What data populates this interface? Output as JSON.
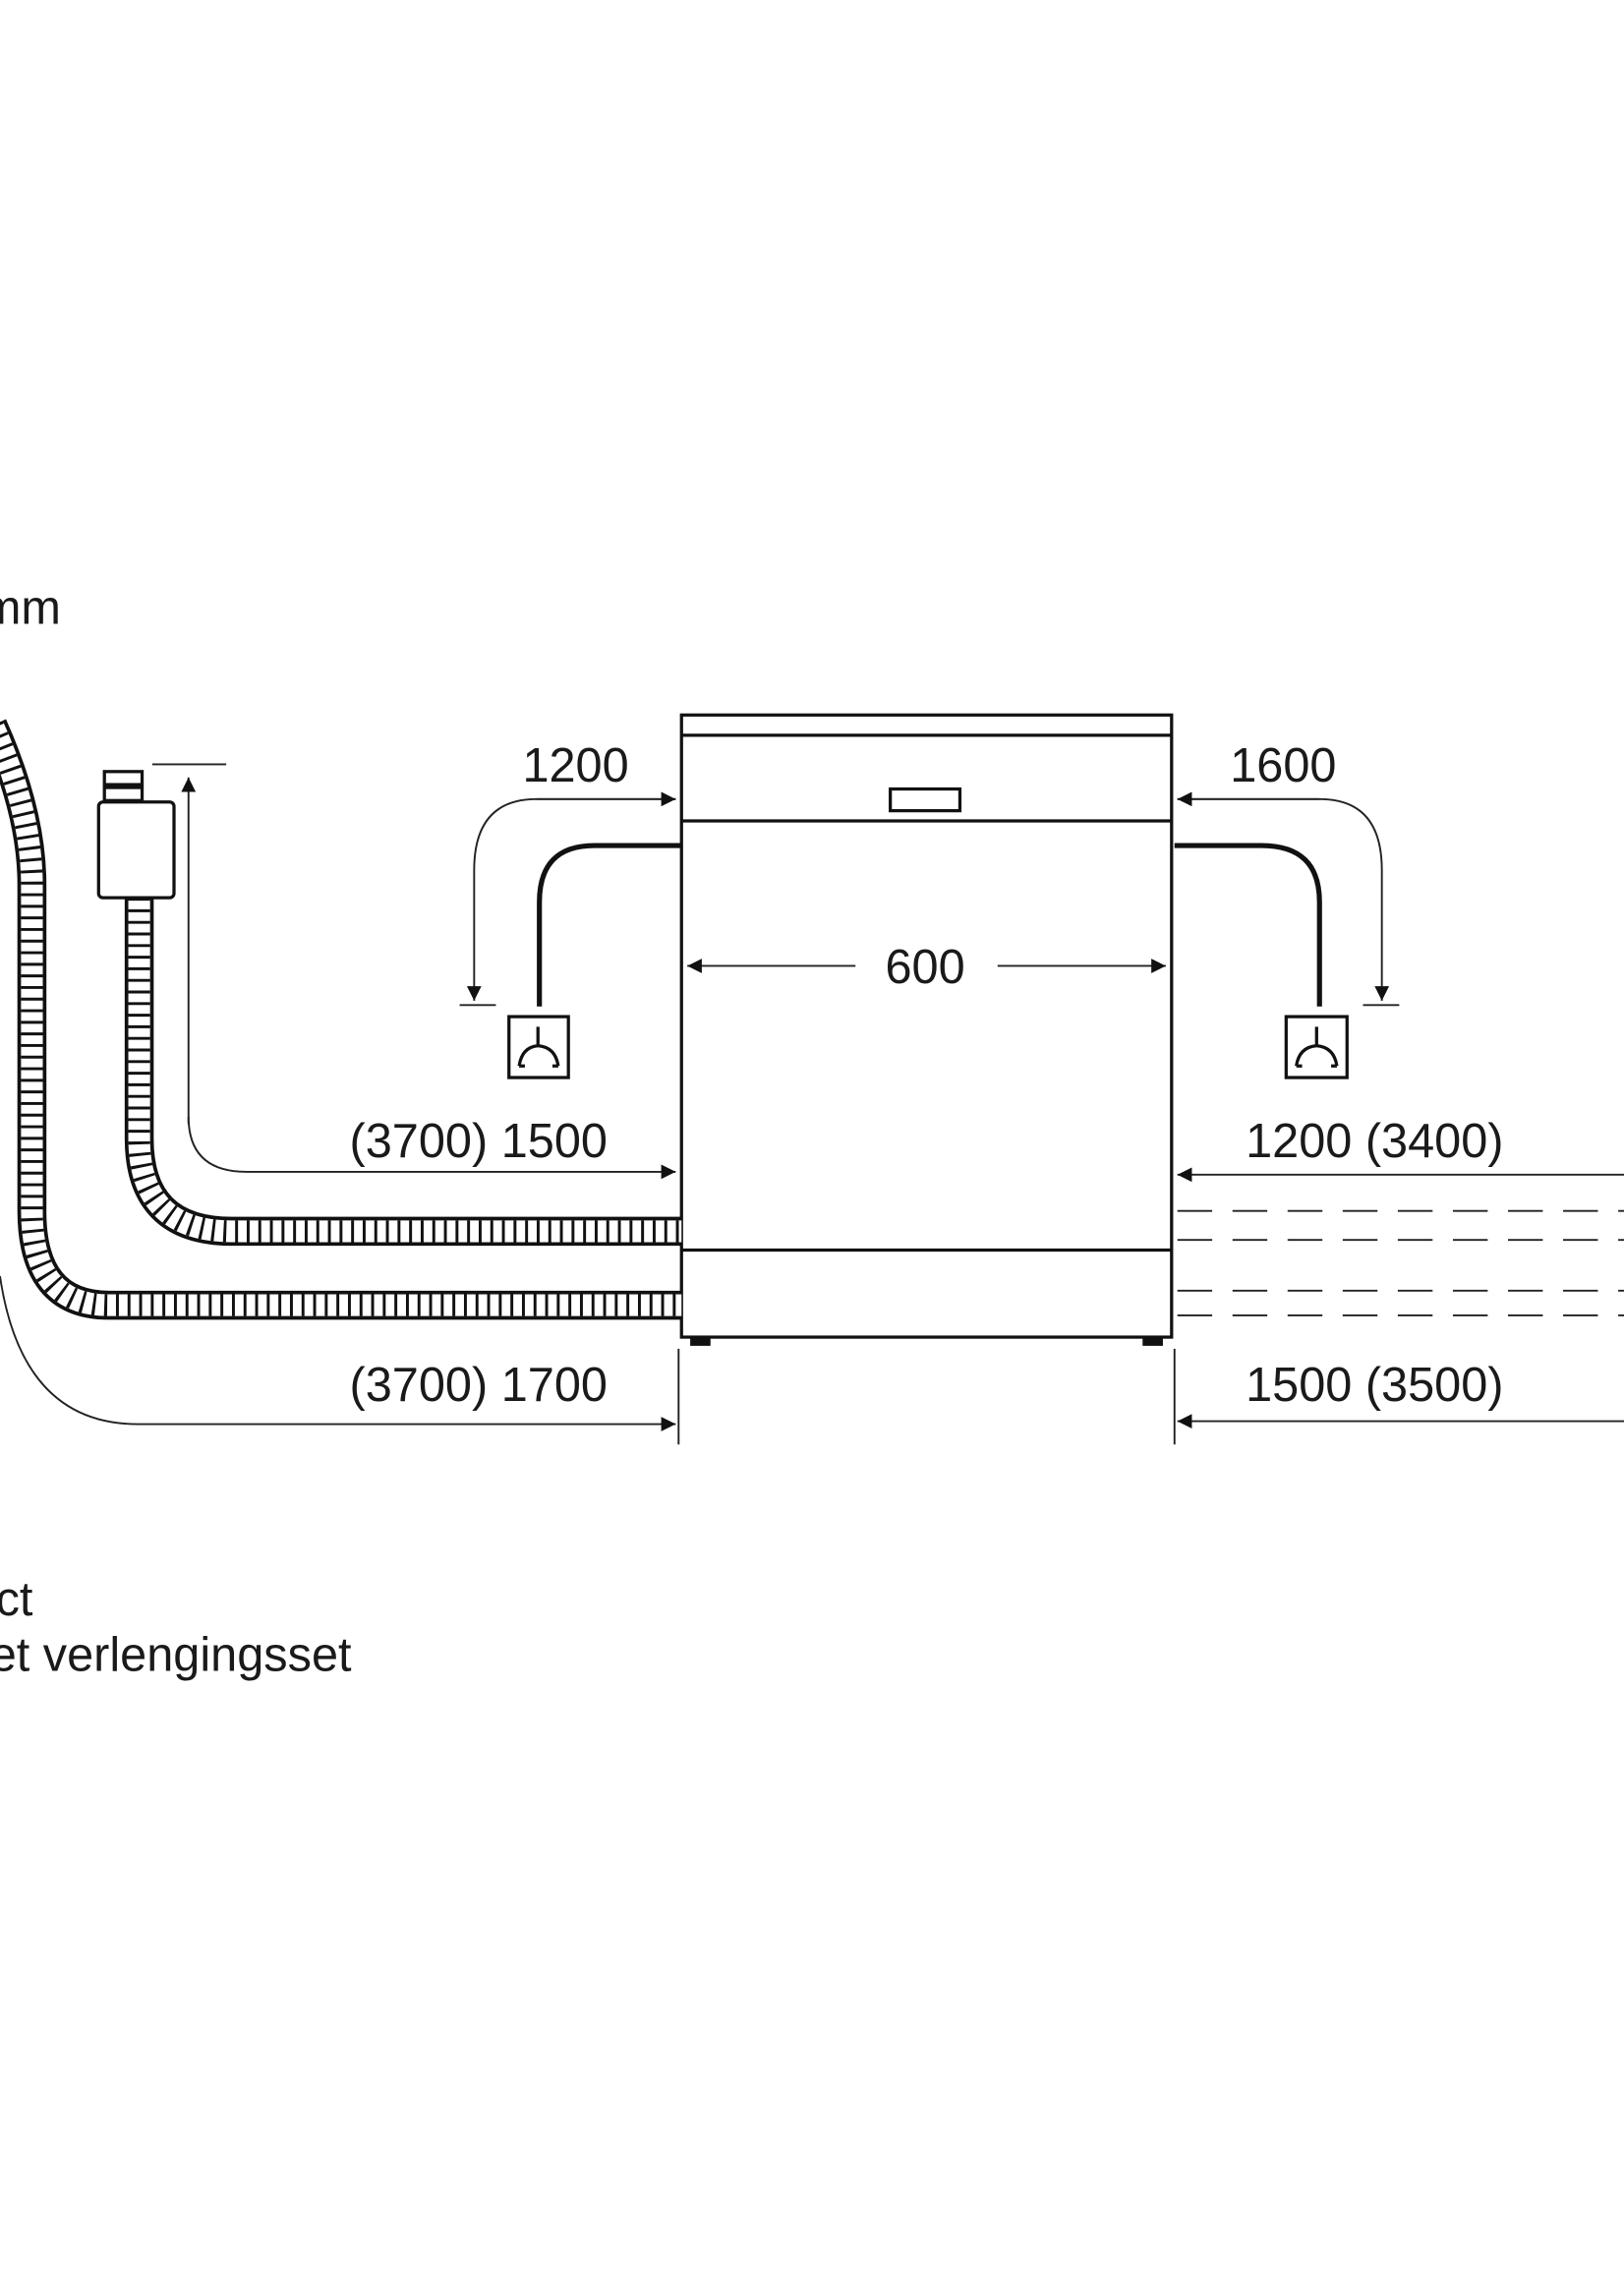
{
  "unit_label": "mm",
  "appliance": {
    "width_label": "600"
  },
  "dimensions": {
    "drain_left": "1200",
    "drain_right": "1600",
    "inlet_left": "(3700) 1500",
    "inlet_right": "1200 (3400)",
    "power_left": "(3700) 1700",
    "power_right": "1500 (3500)"
  },
  "legend": {
    "line1": "ct",
    "line2": "et verlengingsset"
  },
  "colors": {
    "line": "#111111",
    "background": "#ffffff"
  }
}
